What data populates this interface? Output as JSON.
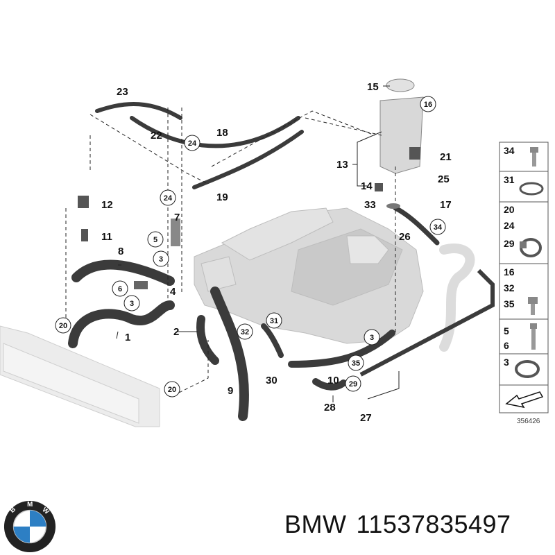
{
  "diagram": {
    "part_callouts": [
      "1",
      "2",
      "3",
      "4",
      "5",
      "6",
      "7",
      "8",
      "9",
      "10",
      "11",
      "12",
      "13",
      "14",
      "15",
      "16",
      "17",
      "18",
      "19",
      "20",
      "21",
      "22",
      "23",
      "24",
      "25",
      "26",
      "27",
      "28",
      "29",
      "30",
      "31",
      "32",
      "33",
      "34",
      "35"
    ],
    "circled_refs": [
      "3",
      "5",
      "6",
      "16",
      "20",
      "24",
      "29",
      "31",
      "32",
      "34",
      "35"
    ],
    "legend_rows": [
      {
        "labels": [
          "34"
        ],
        "icon": "bolt-icon"
      },
      {
        "labels": [
          "31"
        ],
        "icon": "o-ring-icon"
      },
      {
        "labels": [
          "20",
          "24",
          "29"
        ],
        "icon": "hose-clamp-icon"
      },
      {
        "labels": [
          "16",
          "32",
          "35"
        ],
        "icon": "bolt-icon"
      },
      {
        "labels": [
          "5",
          "6"
        ],
        "icon": "bolt-icon"
      },
      {
        "labels": [
          "3"
        ],
        "icon": "spring-clamp-icon"
      },
      {
        "labels": [],
        "icon": "arrow-icon"
      }
    ],
    "diagram_number": "356426"
  },
  "footer": {
    "brand": "BMW",
    "part_number": "11537835497",
    "logo_letters": "BMW"
  },
  "colors": {
    "hose": "#3b3b3b",
    "engine": "#d4d4d4",
    "line": "#222222",
    "logo_blue": "#2d7fc4"
  }
}
